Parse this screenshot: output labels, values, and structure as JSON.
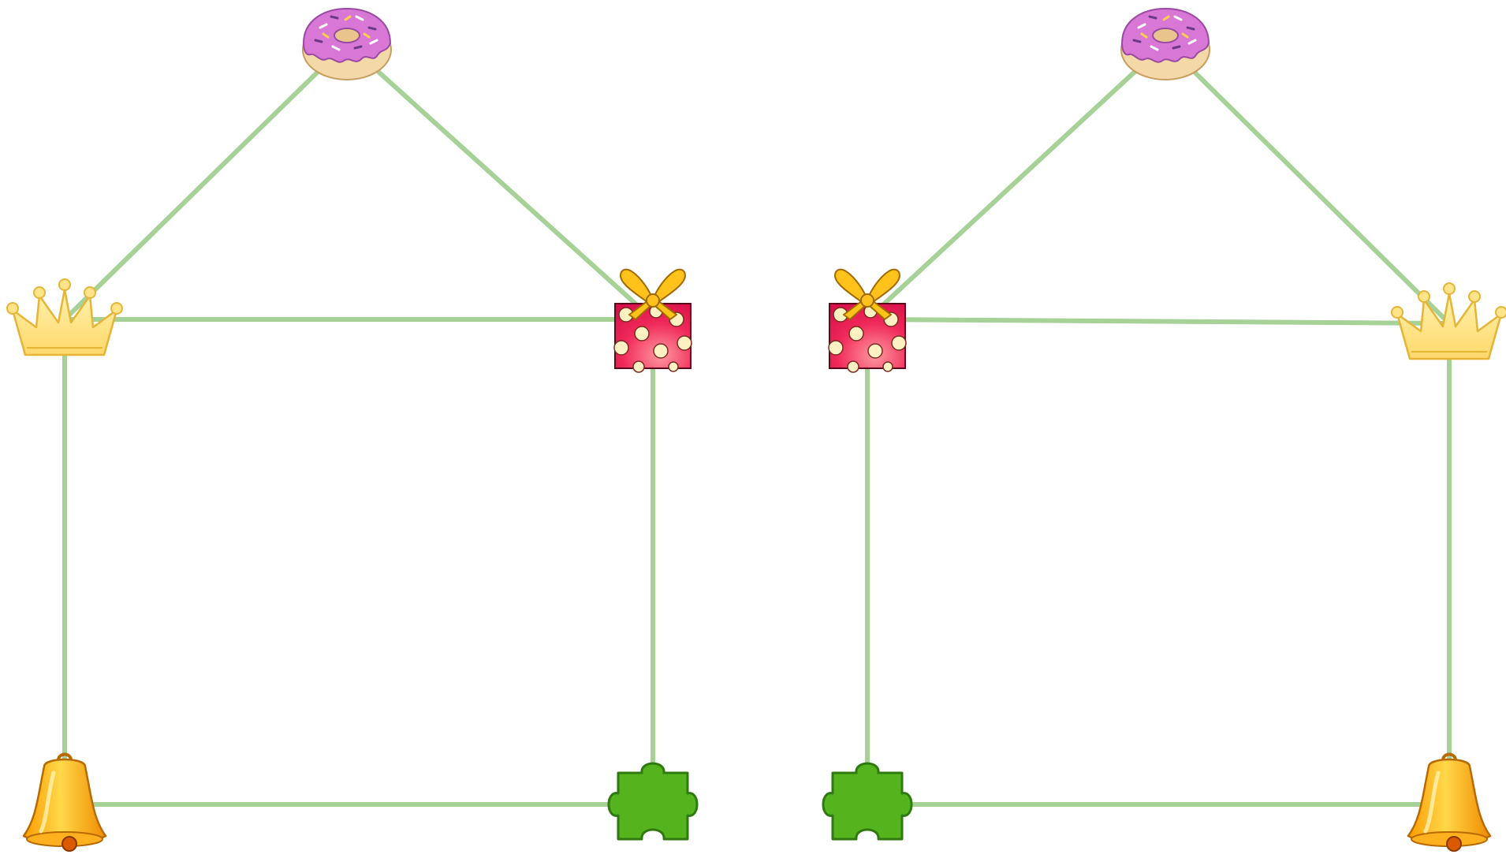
{
  "diagram": {
    "edge_color": "#a6d197",
    "panels": [
      {
        "name": "left-house",
        "nodes": [
          {
            "id": "donut",
            "icon": "donut-icon"
          },
          {
            "id": "crown",
            "icon": "crown-icon"
          },
          {
            "id": "gift",
            "icon": "gift-icon"
          },
          {
            "id": "bell",
            "icon": "bell-icon"
          },
          {
            "id": "puzzle",
            "icon": "puzzle-piece-icon"
          }
        ],
        "edges": [
          [
            "donut",
            "crown"
          ],
          [
            "donut",
            "gift"
          ],
          [
            "crown",
            "gift"
          ],
          [
            "crown",
            "bell"
          ],
          [
            "gift",
            "puzzle"
          ],
          [
            "bell",
            "puzzle"
          ]
        ]
      },
      {
        "name": "right-house",
        "nodes": [
          {
            "id": "donut",
            "icon": "donut-icon"
          },
          {
            "id": "gift",
            "icon": "gift-icon"
          },
          {
            "id": "crown",
            "icon": "crown-icon"
          },
          {
            "id": "puzzle",
            "icon": "puzzle-piece-icon"
          },
          {
            "id": "bell",
            "icon": "bell-icon"
          }
        ],
        "edges": [
          [
            "donut",
            "gift"
          ],
          [
            "donut",
            "crown"
          ],
          [
            "gift",
            "crown"
          ],
          [
            "gift",
            "puzzle"
          ],
          [
            "crown",
            "bell"
          ],
          [
            "puzzle",
            "bell"
          ]
        ]
      }
    ],
    "colors": {
      "donut_frosting": "#d977d6",
      "donut_dough": "#f4d9a8",
      "crown": "#ffe48a",
      "gift_box": "#f0295a",
      "gift_ribbon": "#ffc21a",
      "gift_dots": "#fdf1c4",
      "bell": "#ffb01f",
      "puzzle": "#55b41e"
    }
  }
}
